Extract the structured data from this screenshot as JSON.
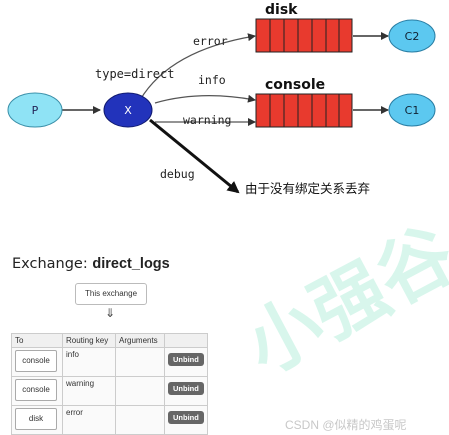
{
  "diagram": {
    "producer": "P",
    "exchange": "X",
    "exchange_type_label": "type=direct",
    "queues": [
      {
        "name": "disk",
        "consumer": "C2"
      },
      {
        "name": "console",
        "consumer": "C1"
      }
    ],
    "routes": {
      "error": "error",
      "info": "info",
      "warning": "warning",
      "debug": "debug"
    },
    "debug_note": "由于没有绑定关系丢弃",
    "colors": {
      "producer": "#8fe3f5",
      "exchange": "#2233bb",
      "queue": "#e83a2e",
      "consumer": "#5cc8f0"
    }
  },
  "management": {
    "exchange_label": "Exchange:",
    "exchange_name": "direct_logs",
    "this_exchange": "This exchange",
    "arrow": "⇓",
    "columns": [
      "To",
      "Routing key",
      "Arguments",
      ""
    ],
    "bindings": [
      {
        "to": "console",
        "routing_key": "info",
        "arguments": "",
        "action": "Unbind"
      },
      {
        "to": "console",
        "routing_key": "warning",
        "arguments": "",
        "action": "Unbind"
      },
      {
        "to": "disk",
        "routing_key": "error",
        "arguments": "",
        "action": "Unbind"
      }
    ]
  },
  "watermark": {
    "text": "小强谷",
    "credit": "CSDN @似精的鸡蛋呢"
  }
}
